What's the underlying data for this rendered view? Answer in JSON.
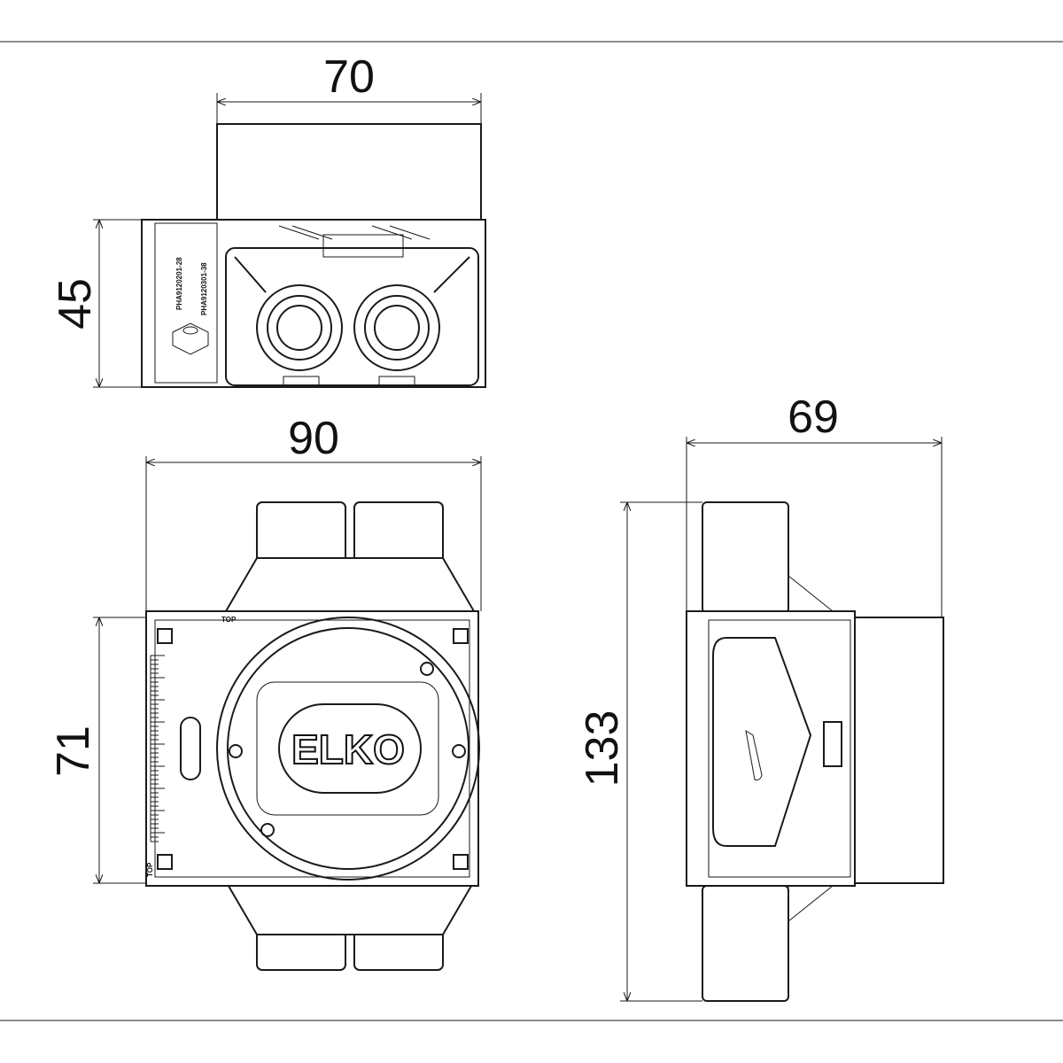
{
  "dimensions": {
    "top_width": "70",
    "top_height": "45",
    "front_width": "90",
    "front_height": "71",
    "side_width": "69",
    "side_height": "133"
  },
  "labels": {
    "logo": "ELKO",
    "top_marker_1": "TOP",
    "top_marker_2": "TOP",
    "part_number_1": "PHA9120201-28",
    "part_number_2": "PHA9120301-38"
  },
  "colors": {
    "line": "#1a1a1a",
    "background": "#ffffff"
  }
}
